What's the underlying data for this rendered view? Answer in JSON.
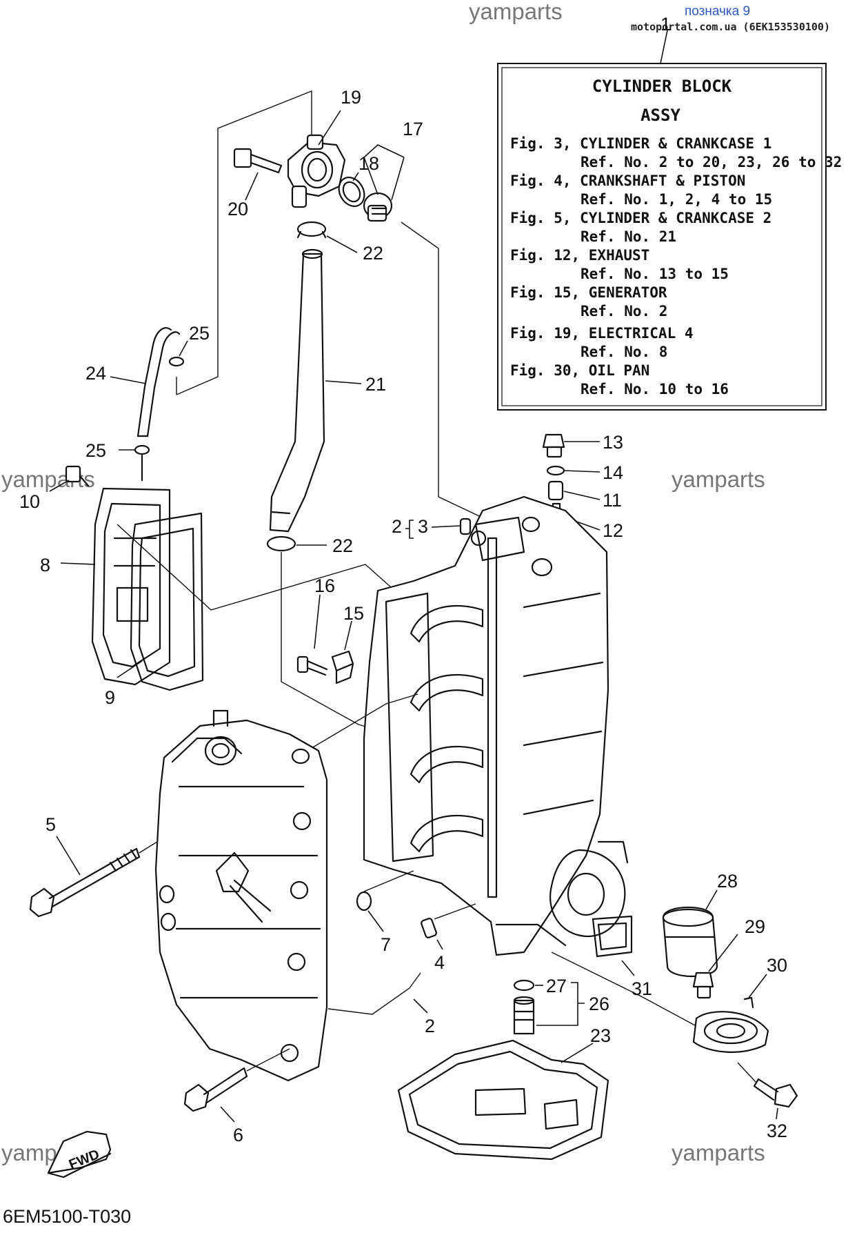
{
  "header": {
    "marker_label": "позначка 9",
    "site_code": "motoportal.com.ua (6EK153530100)"
  },
  "watermark": "yamparts",
  "info_box": {
    "title_line1": "CYLINDER BLOCK",
    "title_line2": "ASSY",
    "lines": [
      "Fig. 3, CYLINDER & CRANKCASE 1",
      "Ref. No. 2 to 20, 23, 26 to 32",
      "Fig. 4, CRANKSHAFT & PISTON",
      "Ref. No. 1, 2, 4 to 15",
      "Fig. 5, CYLINDER & CRANKCASE 2",
      "Ref. No. 21",
      "Fig. 12, EXHAUST",
      "Ref. No. 13 to 15",
      "Fig. 15, GENERATOR",
      "Ref. No. 2",
      "Fig. 19, ELECTRICAL 4",
      "Ref. No. 8",
      "Fig. 30, OIL PAN",
      "Ref. No. 10 to 16"
    ]
  },
  "callouts": {
    "c1": "1",
    "c2": "2",
    "c2b": "2",
    "c3": "3",
    "c4": "4",
    "c5": "5",
    "c6": "6",
    "c7": "7",
    "c8": "8",
    "c9": "9",
    "c10": "10",
    "c11": "11",
    "c12": "12",
    "c13": "13",
    "c14": "14",
    "c15": "15",
    "c16": "16",
    "c17": "17",
    "c18": "18",
    "c19": "19",
    "c20": "20",
    "c21": "21",
    "c22a": "22",
    "c22b": "22",
    "c23": "23",
    "c24": "24",
    "c25a": "25",
    "c25b": "25",
    "c26": "26",
    "c27": "27",
    "c28": "28",
    "c29": "29",
    "c30": "30",
    "c31": "31",
    "c32": "32"
  },
  "fwd_label": "FWD",
  "diagram_code": "6EM5100-T030"
}
